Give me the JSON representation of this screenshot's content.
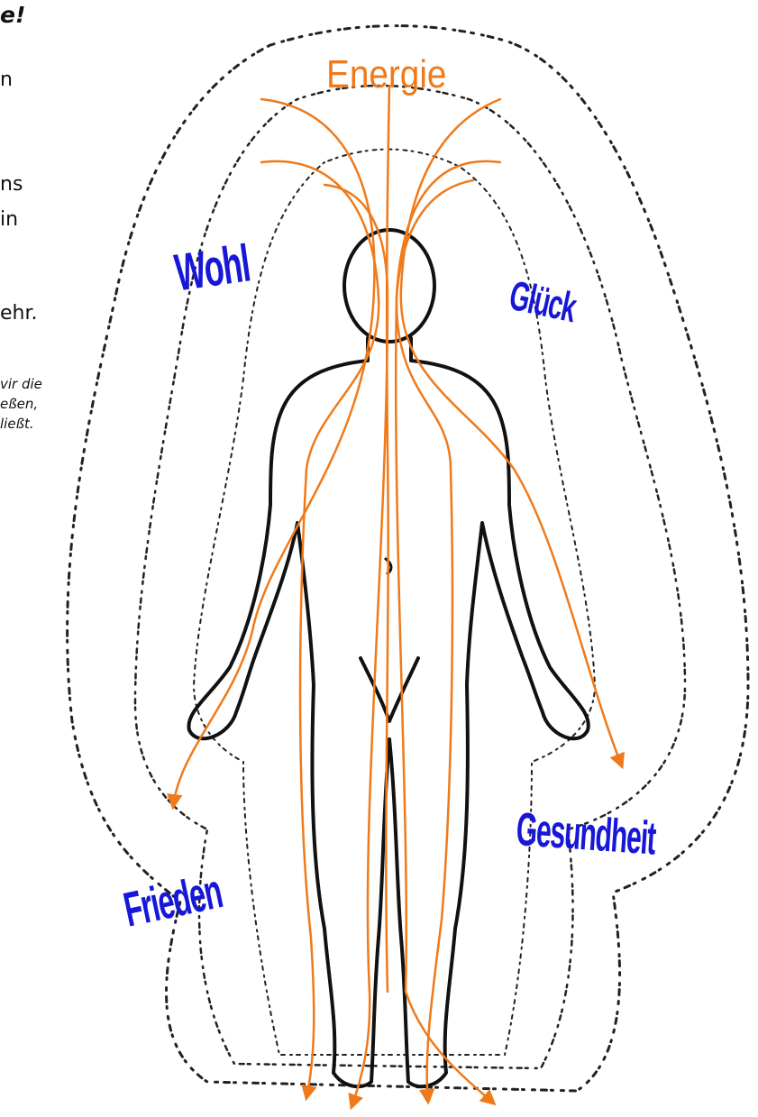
{
  "fragments": {
    "title": "e!",
    "line1": "n",
    "line2": "ns",
    "line3": "in",
    "line4": "ehr.",
    "note1": "vir die",
    "note2": "eßen,",
    "note3": "ließt."
  },
  "labels": {
    "energie": "Energie",
    "wohl": "Wohl",
    "glueck": "Glück",
    "frieden": "Frieden",
    "gesundheit": "Gesundheit"
  },
  "colors": {
    "energy": "#f07a1a",
    "labels": "#1717d8",
    "outline": "#111111",
    "aura": "#222222"
  }
}
